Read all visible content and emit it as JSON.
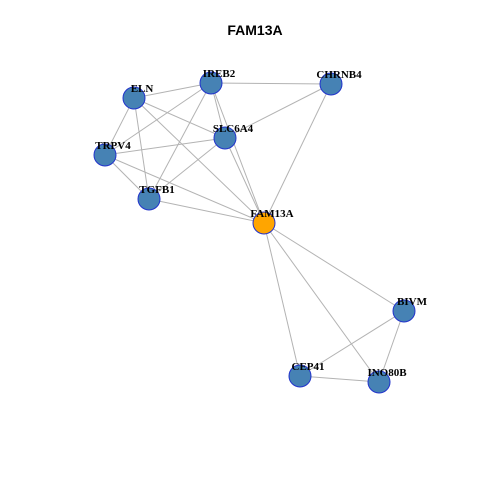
{
  "title": "FAM13A",
  "colors": {
    "focus": "#FFA500",
    "node": "#4682B4",
    "node_border": "#2233CC",
    "edge": "#B3B3B3"
  },
  "nodes": [
    {
      "id": "ELN",
      "label": "ELN",
      "role": "neighbor"
    },
    {
      "id": "IREB2",
      "label": "IREB2",
      "role": "neighbor"
    },
    {
      "id": "CHRNB4",
      "label": "CHRNB4",
      "role": "neighbor"
    },
    {
      "id": "SLC6A4",
      "label": "SLC6A4",
      "role": "neighbor"
    },
    {
      "id": "TRPV4",
      "label": "TRPV4",
      "role": "neighbor"
    },
    {
      "id": "TGFB1",
      "label": "TGFB1",
      "role": "neighbor"
    },
    {
      "id": "FAM13A",
      "label": "FAM13A",
      "role": "focus"
    },
    {
      "id": "BIVM",
      "label": "BIVM",
      "role": "neighbor"
    },
    {
      "id": "CEP41",
      "label": "CEP41",
      "role": "neighbor"
    },
    {
      "id": "INO80B",
      "label": "INO80B",
      "role": "neighbor"
    }
  ],
  "edges": [
    [
      "ELN",
      "IREB2"
    ],
    [
      "ELN",
      "SLC6A4"
    ],
    [
      "ELN",
      "TRPV4"
    ],
    [
      "ELN",
      "TGFB1"
    ],
    [
      "ELN",
      "FAM13A"
    ],
    [
      "IREB2",
      "CHRNB4"
    ],
    [
      "IREB2",
      "SLC6A4"
    ],
    [
      "IREB2",
      "TRPV4"
    ],
    [
      "IREB2",
      "TGFB1"
    ],
    [
      "IREB2",
      "FAM13A"
    ],
    [
      "CHRNB4",
      "SLC6A4"
    ],
    [
      "CHRNB4",
      "FAM13A"
    ],
    [
      "SLC6A4",
      "TRPV4"
    ],
    [
      "SLC6A4",
      "TGFB1"
    ],
    [
      "SLC6A4",
      "FAM13A"
    ],
    [
      "TRPV4",
      "TGFB1"
    ],
    [
      "TRPV4",
      "FAM13A"
    ],
    [
      "TGFB1",
      "FAM13A"
    ],
    [
      "FAM13A",
      "BIVM"
    ],
    [
      "FAM13A",
      "CEP41"
    ],
    [
      "FAM13A",
      "INO80B"
    ],
    [
      "BIVM",
      "CEP41"
    ],
    [
      "BIVM",
      "INO80B"
    ],
    [
      "CEP41",
      "INO80B"
    ]
  ]
}
